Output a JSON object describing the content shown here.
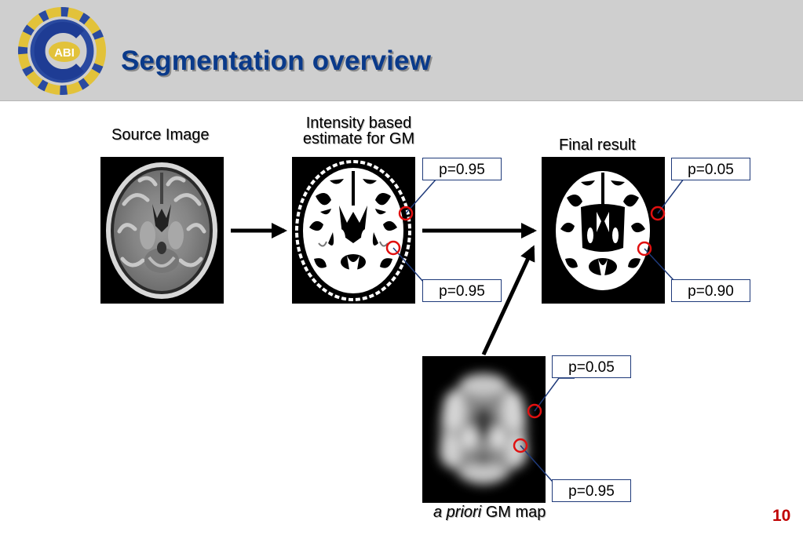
{
  "header": {
    "title": "Segmentation overview",
    "logo_text": "ABI",
    "colors": {
      "background": "#cfcfcf",
      "title": "#0a3a8a",
      "logo_blue": "#2a4aa0",
      "logo_yellow": "#e2c23a"
    }
  },
  "panels": {
    "source": {
      "caption": "Source Image"
    },
    "intensity": {
      "caption_line1": "Intensity based",
      "caption_line2": "estimate for GM"
    },
    "final": {
      "caption": "Final result"
    },
    "prior": {
      "caption_italic": "a priori",
      "caption_rest": " GM map"
    }
  },
  "labels": {
    "intensity_top": "p=0.95",
    "intensity_bottom": "p=0.95",
    "final_top": "p=0.05",
    "final_bottom": "p=0.90",
    "prior_top": "p=0.05",
    "prior_bottom": "p=0.95"
  },
  "colors": {
    "marker_circle": "#e01010",
    "callout_border": "#1f3a7a",
    "arrow": "#000000"
  },
  "page_number": "10"
}
